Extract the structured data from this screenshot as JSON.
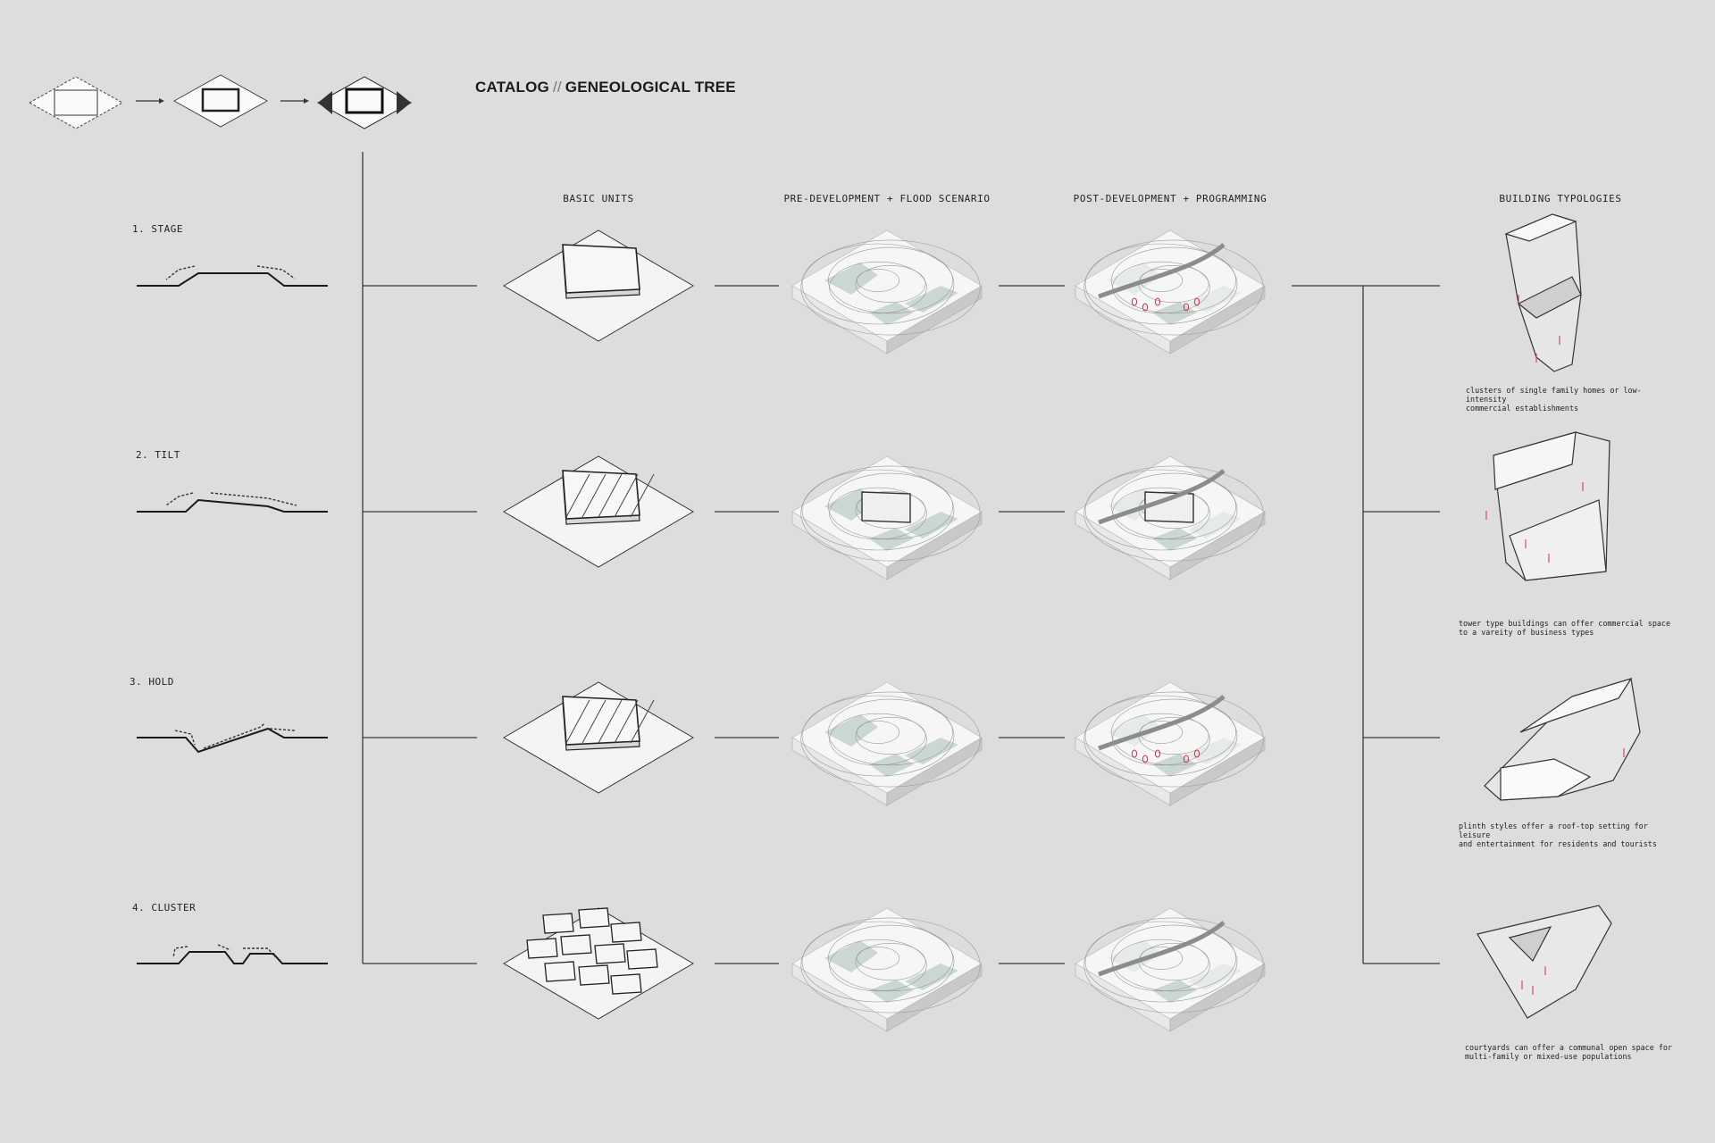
{
  "header": {
    "title_left": "CATALOG",
    "title_sep": "//",
    "title_right": "GENEOLOGICAL TREE"
  },
  "columns": [
    "BASIC UNITS",
    "PRE-DEVELOPMENT + FLOOD SCENARIO",
    "POST-DEVELOPMENT + PROGRAMMING",
    "BUILDING TYPOLOGIES"
  ],
  "rows": [
    {
      "label": "1. STAGE",
      "caption_line1": "clusters of single family homes or low-intensity",
      "caption_line2": "commercial establishments"
    },
    {
      "label": "2. TILT",
      "caption_line1": "tower type buildings can offer commercial space",
      "caption_line2": "to a vareity of business types"
    },
    {
      "label": "3. HOLD",
      "caption_line1": "plinth styles offer a roof-top setting for leisure",
      "caption_line2": "and entertainment for residents and tourists"
    },
    {
      "label": "4. CLUSTER",
      "caption_line1": "courtyards can offer a communal open space for",
      "caption_line2": "multi-family or mixed-use populations"
    }
  ],
  "colors": {
    "background": "#dddddf",
    "line": "#2a2a2a",
    "flood": "#c3d1ca",
    "marker": "#c4324a"
  }
}
